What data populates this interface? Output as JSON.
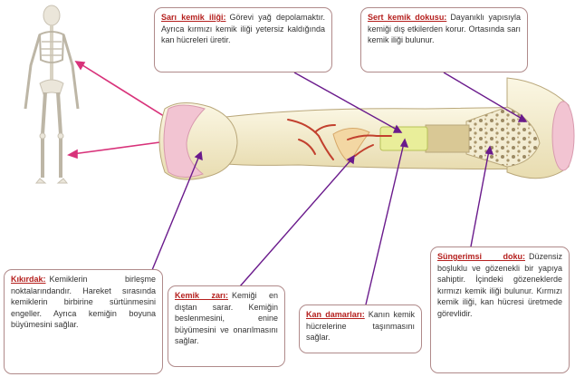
{
  "callouts": {
    "bone_marrow": {
      "term": "Sarı kemik iliği:",
      "text": "Görevi yağ depolamaktır. Ayrıca kırmızı kemik iliği yetersiz kaldığında kan hücreleri üretir."
    },
    "compact_bone": {
      "term": "Sert kemik dokusu:",
      "text": "Dayanıklı yapısıyla kemiği dış etkilerden korur. Ortasında sarı kemik iliği bulunur."
    },
    "spongy_bone": {
      "term": "Süngerimsi doku:",
      "text": "Düzensiz boşluklu ve gözenekli bir yapıya sahiptir. İçindeki gözeneklerde kırmızı kemik iliği bulunur. Kırmızı kemik iliği, kan hücresi üretmede görevlidir."
    },
    "cartilage": {
      "term": "Kıkırdak:",
      "text": "Kemiklerin birleşme noktalarındandır. Hareket sırasında kemiklerin birbirine sürtünmesini engeller. Ayrıca kemiğin boyuna büyümesini sağlar."
    },
    "periosteum": {
      "term": "Kemik zarı:",
      "text": "Kemiği en dıştan sarar. Kemiğin beslenmesini, enine büyümesini ve onarılmasını sağlar."
    },
    "blood_vessels": {
      "term": "Kan damarları:",
      "text": "Kanın kemik hücrelerine taşınmasını sağlar."
    }
  },
  "colors": {
    "term": "#b5201e",
    "border": "#b08a8a",
    "bone": "#f7f0d2",
    "cartilage": "#f2c4d2",
    "marrow": "#e9ee9a",
    "pointer": "#6a1a8c",
    "skeleton_pointer": "#d8327a",
    "vessel": "#c2402e"
  }
}
